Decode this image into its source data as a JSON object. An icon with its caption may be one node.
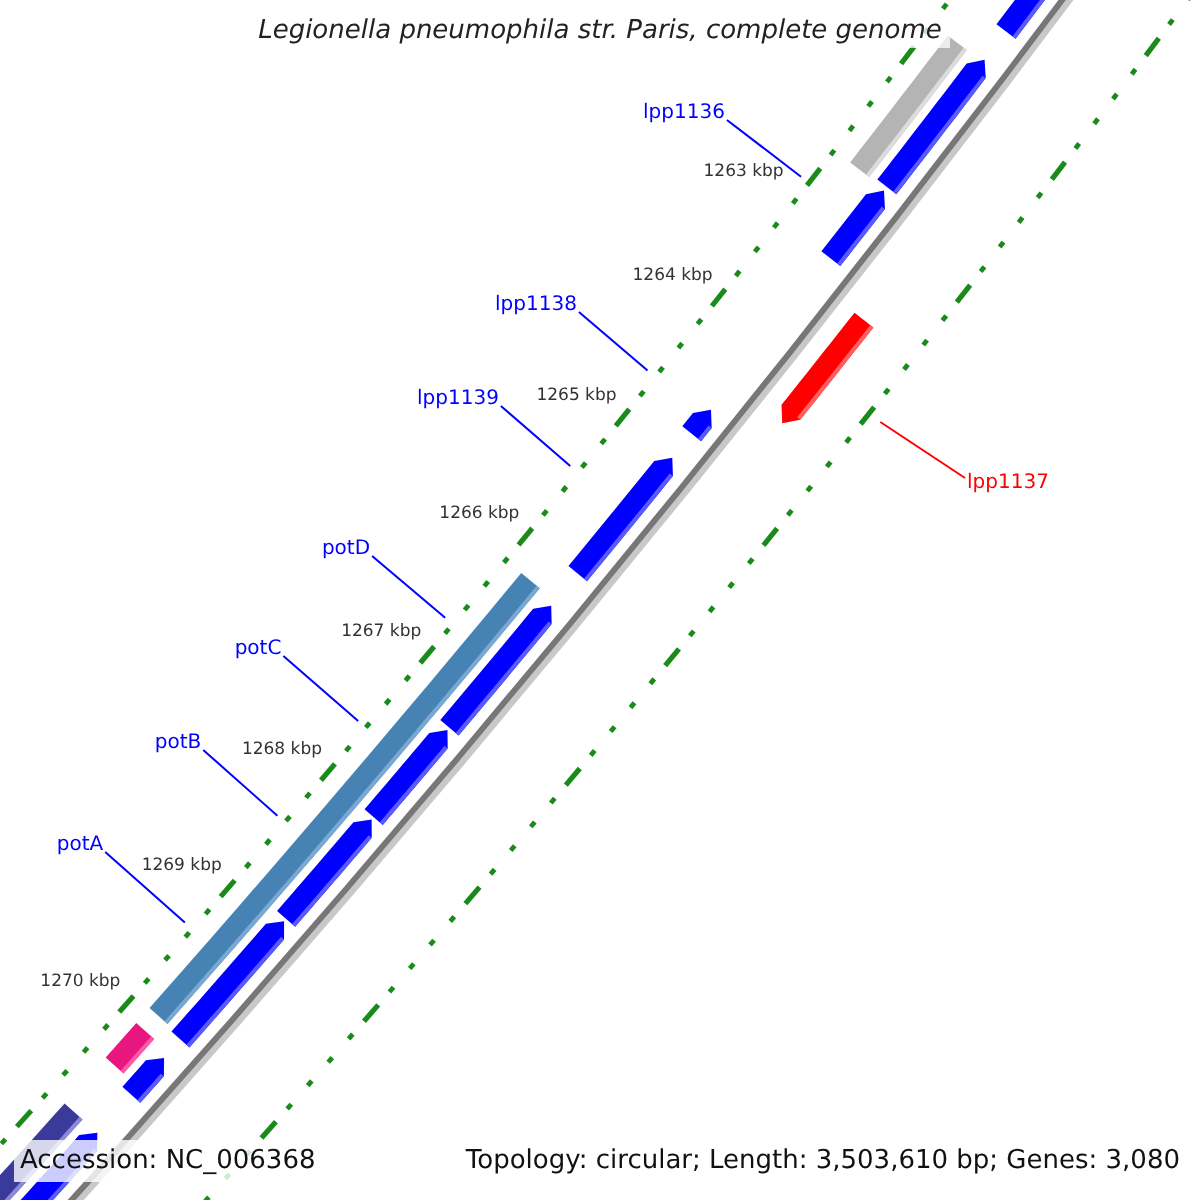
{
  "diagram": {
    "title": "Legionella pneumophila str. Paris, complete genome",
    "nodes": [
      {
        "text": [
          "lpp1136"
        ]
      },
      {
        "text": [
          "lpp1138"
        ]
      },
      {
        "text": [
          "lpp1139"
        ]
      },
      {
        "text": [
          "lpp1137"
        ]
      },
      {
        "text": [
          "potD"
        ]
      },
      {
        "text": [
          "potC"
        ]
      },
      {
        "text": [
          "potB"
        ]
      },
      {
        "text": [
          "potA"
        ]
      }
    ],
    "edges": [
      {
        "from": 0,
        "to": null,
        "arrow": "none"
      },
      {
        "from": 1,
        "to": null,
        "arrow": "none"
      },
      {
        "from": 2,
        "to": null,
        "arrow": "none"
      },
      {
        "from": 3,
        "to": null,
        "arrow": "none",
        "color": "#ff0000"
      },
      {
        "from": 4,
        "to": null,
        "arrow": "none"
      },
      {
        "from": 5,
        "to": null,
        "arrow": "none"
      },
      {
        "from": 6,
        "to": null,
        "arrow": "none"
      },
      {
        "from": 7,
        "to": null,
        "arrow": "none"
      }
    ],
    "labels": [
      "1263 kbp",
      "1264 kbp",
      "1265 kbp",
      "1266 kbp",
      "1267 kbp",
      "1268 kbp",
      "1269 kbp",
      "1270 kbp",
      "Accession: NC_006368",
      "Topology: circular; Length: 3,503,610 bp; Genes: 3,080"
    ]
  }
}
